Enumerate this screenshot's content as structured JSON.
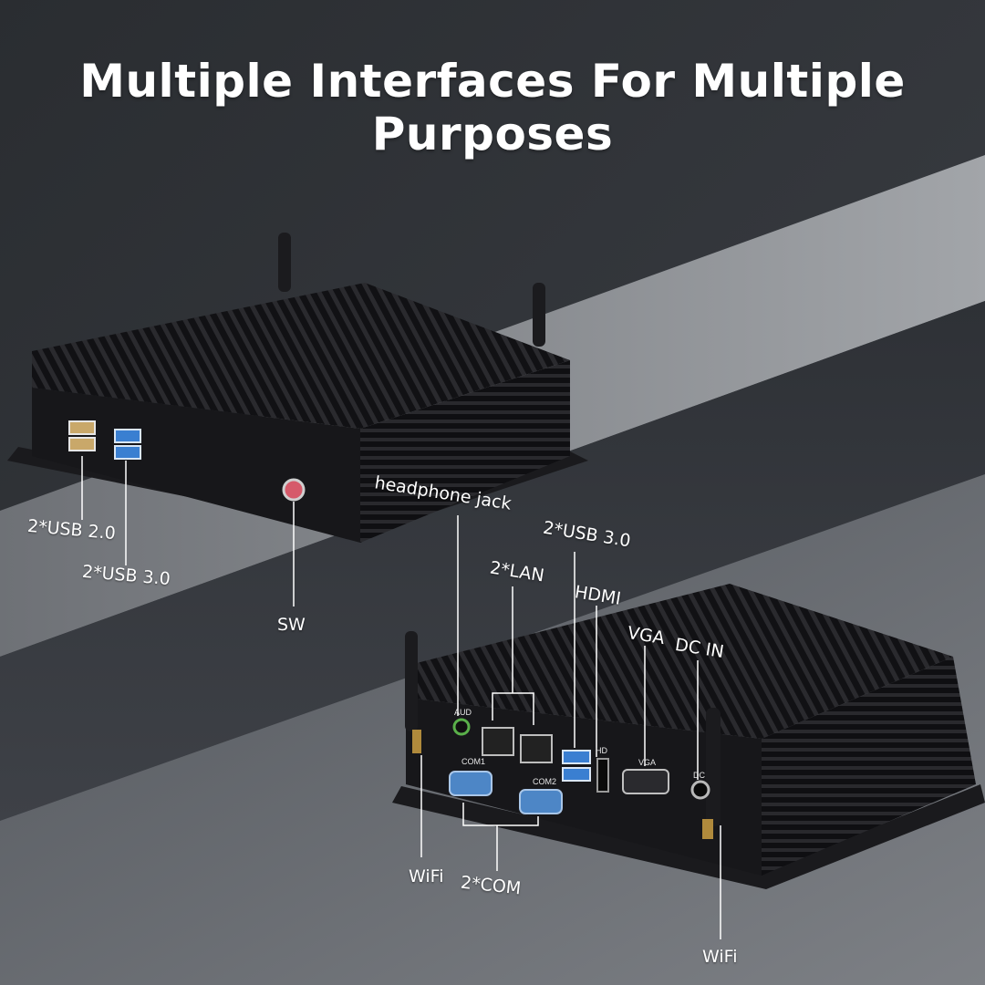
{
  "title": {
    "line1": "Multiple Interfaces For Multiple",
    "line2": "Purposes"
  },
  "labels": {
    "usb20_front": "2*USB 2.0",
    "usb30_front": "2*USB 3.0",
    "switch": "SW",
    "headphone": "headphone jack",
    "usb30_rear": "2*USB 3.0",
    "lan": "2*LAN",
    "hdmi": "HDMI",
    "vga": "VGA",
    "dcin": "DC IN",
    "wifi_left": "WiFi",
    "com": "2*COM",
    "wifi_right": "WiFi"
  },
  "port_marks": {
    "aud": "AUD",
    "com1": "COM1",
    "com2": "COM2",
    "hd": "HD",
    "vga": "VGA",
    "dc": "DC"
  },
  "colors": {
    "background_dark": "#2c2f34",
    "background_light": "#8a8d91",
    "device": "#141416",
    "usb3_blue": "#3a7fd1",
    "usb2_gold": "#c9a86a",
    "com_blue": "#4d86c6",
    "antenna_gold": "#b08a3c",
    "label": "#ffffff"
  }
}
